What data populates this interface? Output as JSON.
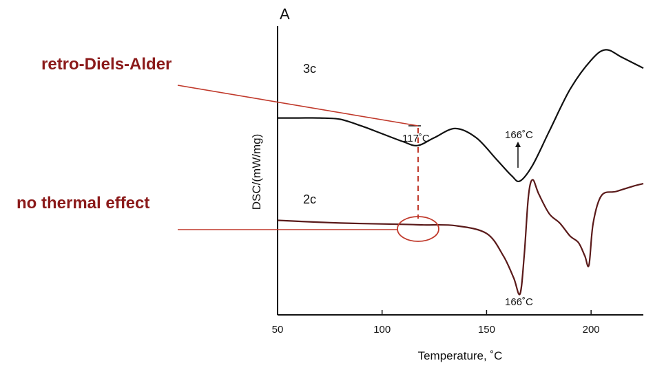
{
  "annotations": {
    "retro_diels_alder": "retro-Diels-Alder",
    "no_thermal_effect": "no thermal effect"
  },
  "colors": {
    "annotation": "#8b1a1a",
    "curve_3c": "#111111",
    "curve_2c": "#5a1a1a"
  },
  "chart_data": {
    "type": "line",
    "panel_label": "A",
    "xlabel": "Temperature, ˚C",
    "ylabel": "DSC/(mW/mg)",
    "xlim": [
      50,
      225
    ],
    "xticks": [
      50,
      100,
      150,
      200
    ],
    "grid": false,
    "series": [
      {
        "name": "3c",
        "x": [
          50,
          60,
          70,
          80,
          90,
          100,
          110,
          117,
          125,
          135,
          145,
          155,
          162,
          166,
          172,
          180,
          190,
          200,
          207,
          215,
          225
        ],
        "y": [
          5.0,
          5.0,
          5.0,
          4.9,
          4.4,
          3.8,
          3.2,
          2.9,
          3.5,
          4.2,
          3.5,
          1.8,
          0.6,
          0.2,
          1.4,
          4.0,
          7.2,
          9.4,
          10.2,
          9.6,
          8.8
        ]
      },
      {
        "name": "2c",
        "x": [
          50,
          80,
          110,
          120,
          135,
          150,
          158,
          163,
          166,
          168,
          170,
          172,
          175,
          180,
          185,
          190,
          194,
          197,
          199,
          201,
          205,
          212,
          220,
          225
        ],
        "y": [
          -2.8,
          -3.0,
          -3.1,
          -3.15,
          -3.2,
          -3.8,
          -5.5,
          -7.2,
          -8.4,
          -5.5,
          -1.0,
          0.3,
          -0.8,
          -2.3,
          -3.0,
          -4.0,
          -4.5,
          -5.5,
          -6.2,
          -3.0,
          -0.9,
          -0.6,
          -0.2,
          0.0
        ]
      }
    ],
    "annotations": [
      {
        "text": "117˚C",
        "x": 117,
        "series": "3c"
      },
      {
        "text": "166˚C",
        "x": 166,
        "series": "3c"
      },
      {
        "text": "166˚C",
        "x": 166,
        "series": "2c"
      }
    ]
  }
}
